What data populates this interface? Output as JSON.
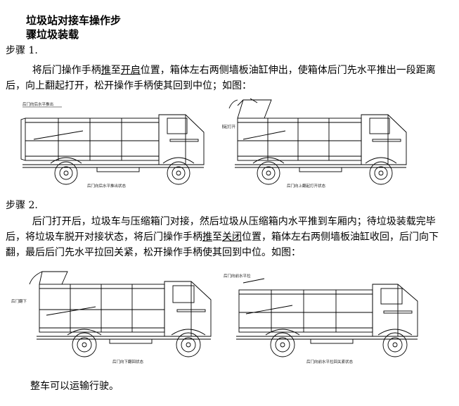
{
  "title_line1": "垃圾站对接车操作步",
  "title_line2": "骤垃圾装载",
  "step1": {
    "heading": "步骤 1.",
    "text_a": "将后门操作手柄",
    "text_ul1": "推",
    "text_b": "至",
    "text_ul2": "开启",
    "text_c": "位置，箱体左右两侧墙板油缸伸出，使箱体后门先水平推出一段距离后，向上翻起打开，松开操作手柄使其回到中位；如图："
  },
  "step2": {
    "heading": "步骤 2.",
    "text_a": "后门打开后，垃圾车与压缩箱门对接，然后垃圾从压缩箱内水平推到车厢内；待垃圾装载完毕后，将垃圾车脱开对接状态，将后门操作手柄",
    "text_ul1": "推",
    "text_b": "至",
    "text_ul2": "关闭",
    "text_c": "位置，箱体左右两侧墙板油缸收回，后门向下翻，最后后门先水平拉回关紧，松开操作手柄使其回到中位。如图："
  },
  "final_text": "整车可以运输行驶。",
  "figures": {
    "fig1": {
      "top_label": "后门向后水平推出",
      "bottom_label": "后门向后水平推出状态"
    },
    "fig2": {
      "top_label": "后门翻起打开",
      "bottom_label": "后门向上翻起打开状态"
    },
    "fig3": {
      "top_label": "后门翻下",
      "bottom_label": "后门向下翻回状态"
    },
    "fig4": {
      "top_label": "后门向前水平拉",
      "bottom_label": "后门向前水平拉回关紧状态"
    }
  }
}
